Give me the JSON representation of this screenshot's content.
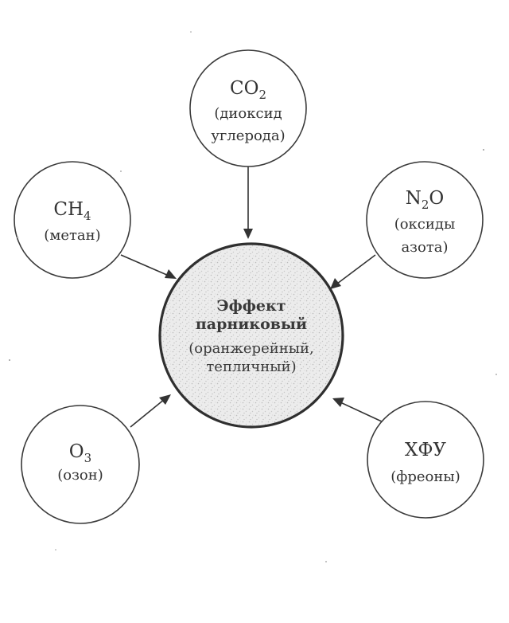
{
  "center": {
    "line1": "Эффект",
    "line2": "парниковый",
    "line3": "(оранжерейный,",
    "line4": "тепличный)"
  },
  "nodes": {
    "co2": {
      "formula": "CO",
      "sub": "2",
      "formula_tail": "",
      "line1": "(диоксид",
      "line2": "углерода)"
    },
    "ch4": {
      "formula": "CH",
      "sub": "4",
      "formula_tail": "",
      "line1": "(метан)"
    },
    "n2o": {
      "formula": "N",
      "sub": "2",
      "formula_tail": "O",
      "line1": "(оксиды",
      "line2": "азота)"
    },
    "o3": {
      "formula": "O",
      "sub": "3",
      "formula_tail": "",
      "line1": "(озон)"
    },
    "hfu": {
      "formula": "ХФУ",
      "line1": "(фреоны)"
    }
  }
}
